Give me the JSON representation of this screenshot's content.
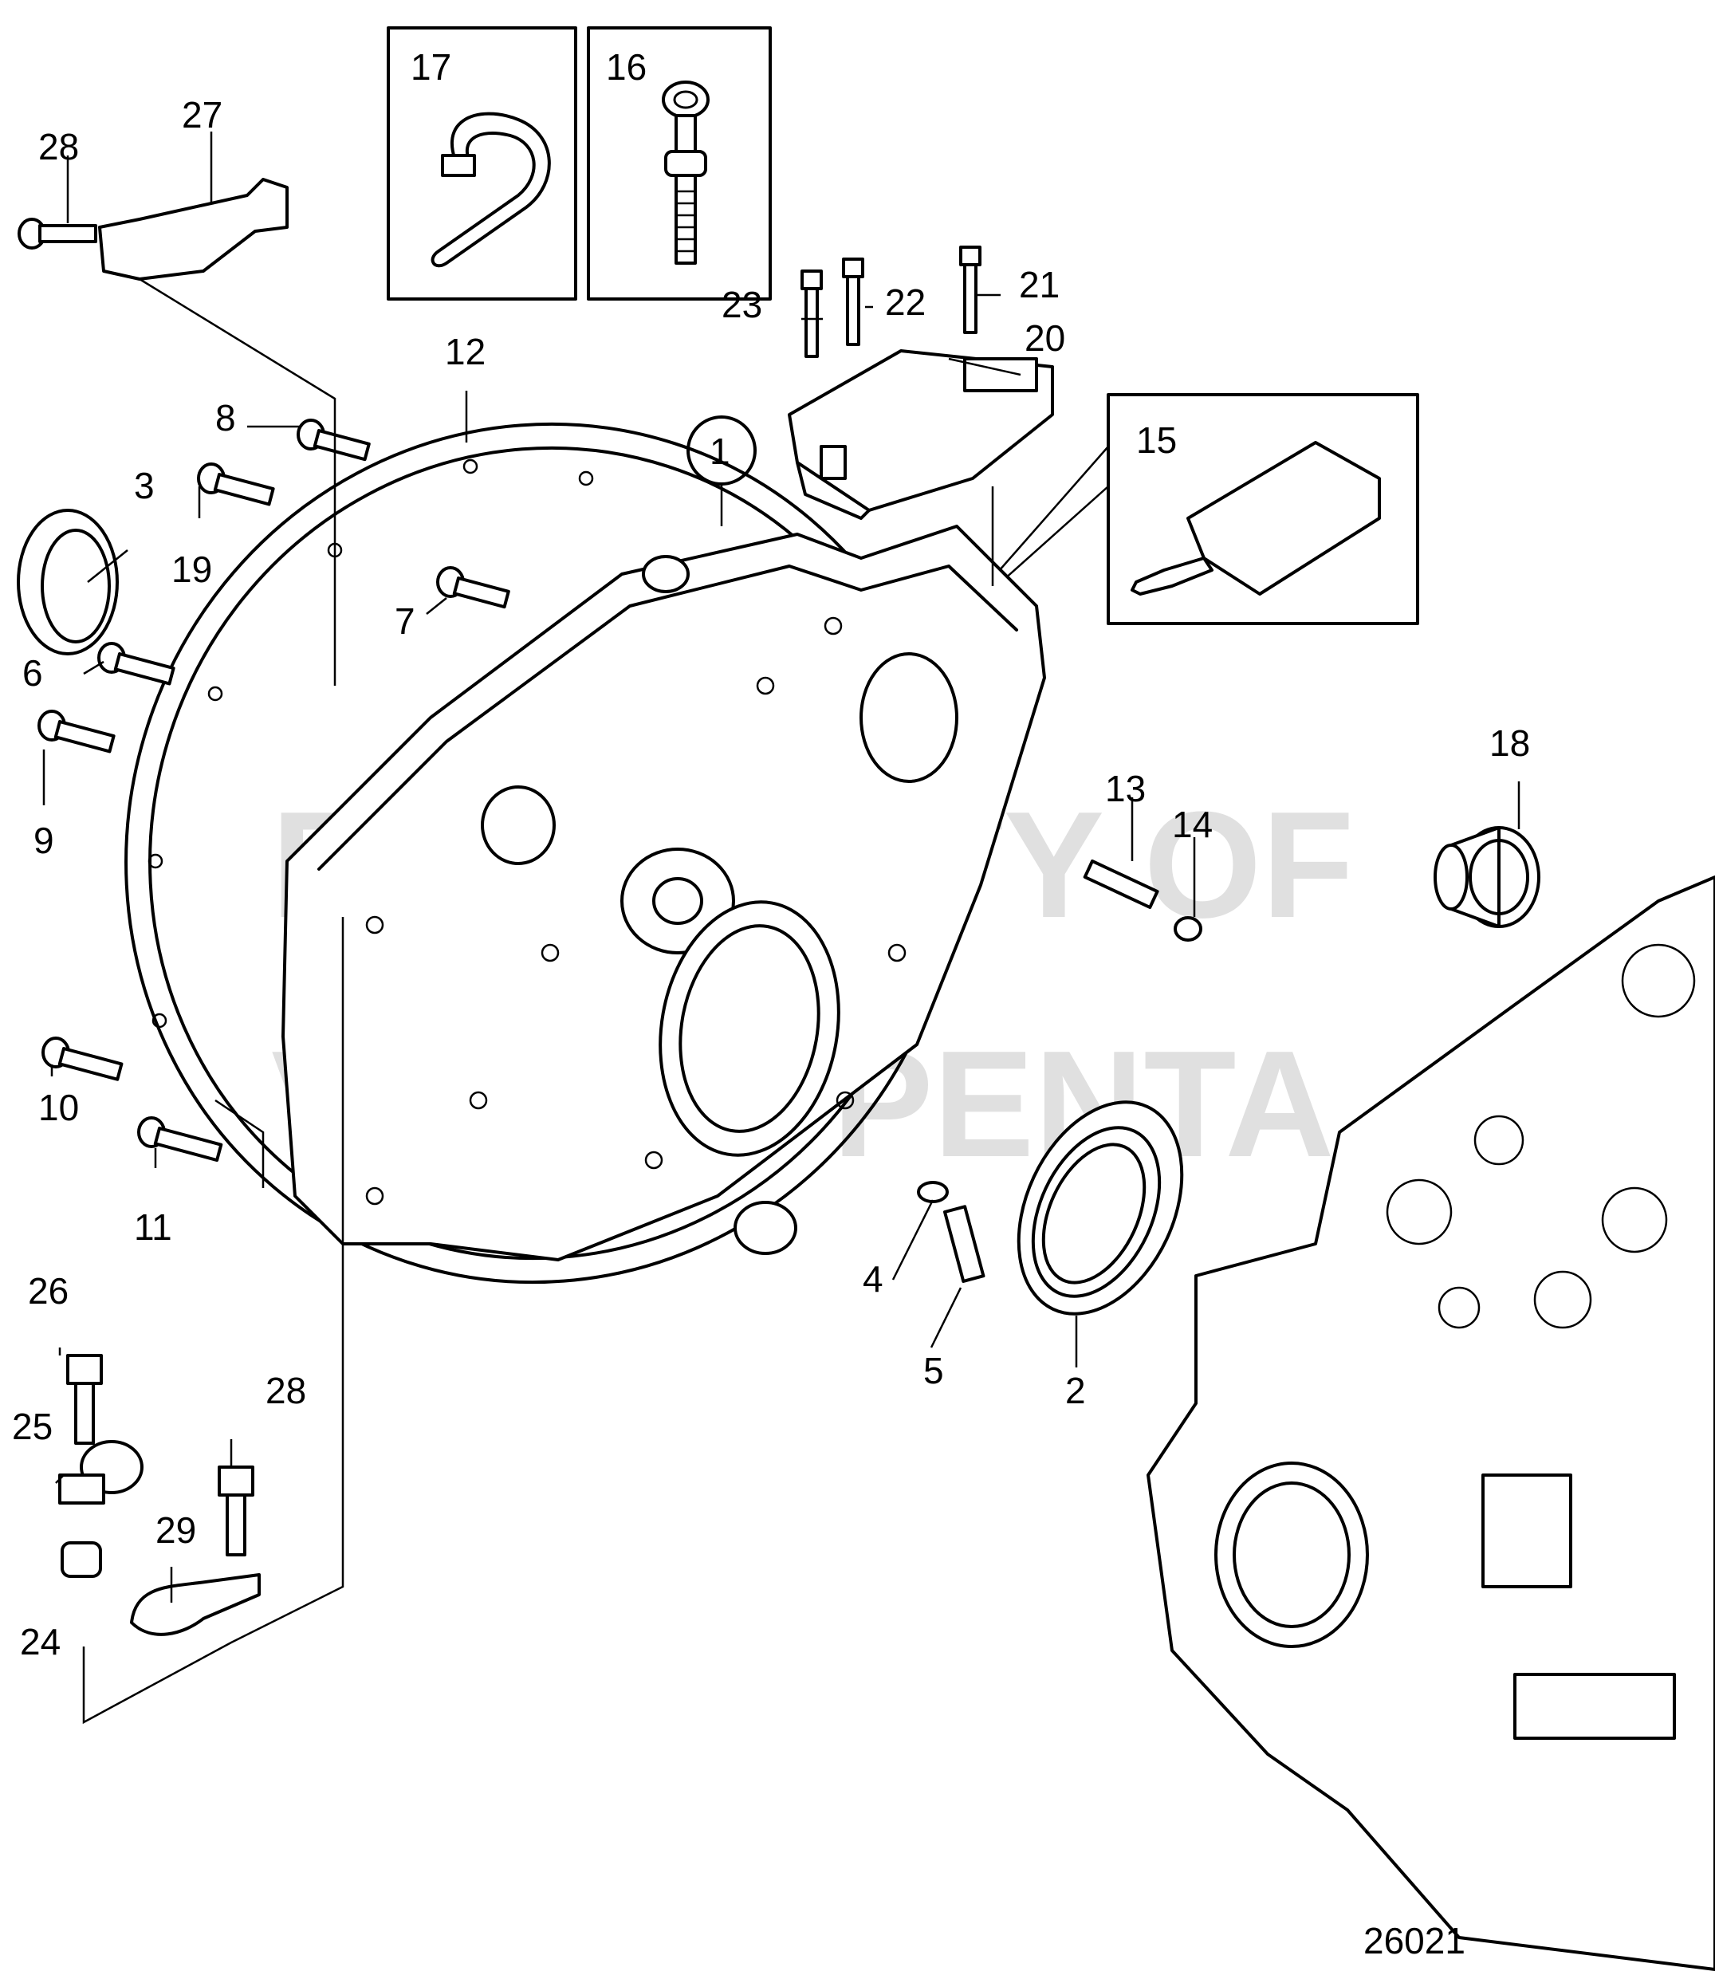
{
  "drawing_number": "26021",
  "watermark": [
    "PROPERTY OF",
    "VOLVO PENTA"
  ],
  "callouts": [
    "1",
    "2",
    "3",
    "4",
    "5",
    "6",
    "7",
    "8",
    "9",
    "10",
    "11",
    "12",
    "13",
    "14",
    "15",
    "16",
    "17",
    "18",
    "19",
    "20",
    "21",
    "22",
    "23",
    "24",
    "25",
    "26",
    "27",
    "28",
    "28",
    "29"
  ]
}
